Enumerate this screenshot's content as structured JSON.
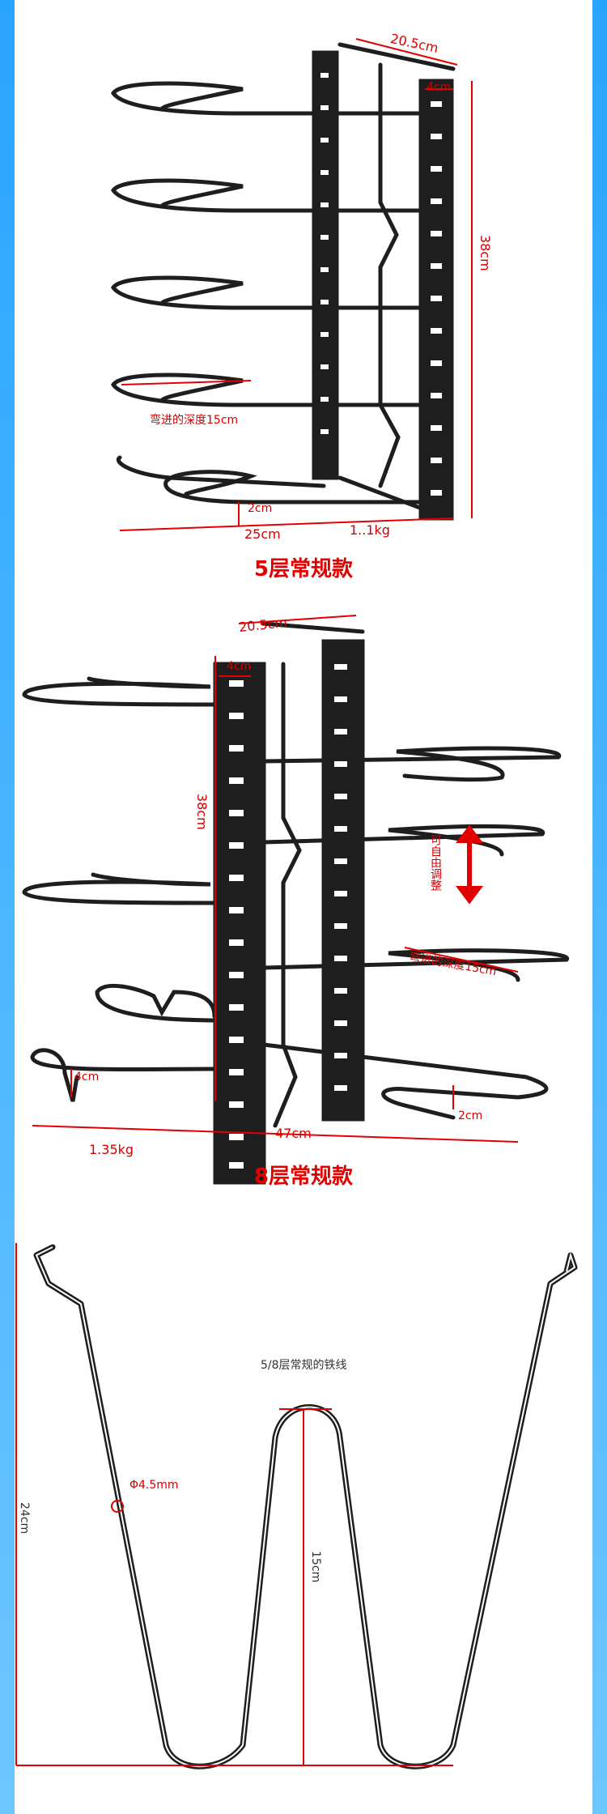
{
  "panel1": {
    "caption": "5层常规款",
    "width_label": "20.5cm",
    "gap_label": "4cm",
    "height_label": "38cm",
    "depth_label": "弯进的深度15cm",
    "notch_label": "2cm",
    "length_label": "25cm",
    "weight_label": "1..1kg"
  },
  "panel2": {
    "caption": "8层常规款",
    "width_label": "20.5cm",
    "gap_label": "4cm",
    "height_label": "38cm",
    "adjust_label": "可自由调整",
    "depth_label": "弯进的深度15cm",
    "notch_left_label": "4cm",
    "notch_right_label": "2cm",
    "length_label": "47cm",
    "weight_label": "1.35kg"
  },
  "panel3": {
    "title": "5/8层常规的铁线",
    "height_label": "24cm",
    "inner_label": "15cm",
    "diameter_label": "Φ4.5mm"
  },
  "colors": {
    "accent": "#e30000",
    "wire": "#1e1e1e",
    "edge": "#2aa5ff"
  }
}
